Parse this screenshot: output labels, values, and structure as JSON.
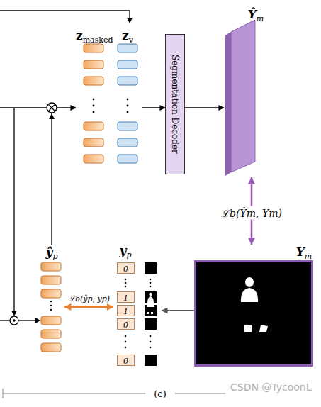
{
  "diagram": {
    "nodes": [
      {
        "text": [
          "z",
          "masked"
        ]
      },
      {
        "text": [
          "z",
          "v"
        ]
      },
      {
        "text": [
          "Segmentation Decoder"
        ]
      },
      {
        "text": [
          "Ŷ",
          "m"
        ]
      },
      {
        "text": [
          "ŷ",
          "p"
        ]
      },
      {
        "text": [
          "y",
          "p"
        ]
      },
      {
        "text": [
          "0"
        ],
        "in": 5
      },
      {
        "text": [
          "1"
        ],
        "in": 5
      },
      {
        "text": [
          "1"
        ],
        "in": 5
      },
      {
        "text": [
          "0"
        ],
        "in": 5
      },
      {
        "text": [
          "0"
        ],
        "in": 5
      },
      {
        "text": [
          "Y",
          "m"
        ]
      }
    ],
    "edges": [
      {
        "from": 1,
        "to": 2,
        "arrow": "to"
      },
      {
        "from": 2,
        "to": 3,
        "arrow": "to"
      },
      {
        "from": 3,
        "to": 11,
        "arrow": "both",
        "label": "ℒb(Ŷm, Ym)"
      },
      {
        "from": 4,
        "to": 5,
        "arrow": "both",
        "label": "ℒb(ŷp, yp)"
      },
      {
        "from": 11,
        "to": 5,
        "arrow": "to"
      },
      {
        "from": 4,
        "to": 0,
        "arrow": "to"
      }
    ],
    "labels": [
      "(c)",
      "CSDN @TycoonL"
    ]
  }
}
